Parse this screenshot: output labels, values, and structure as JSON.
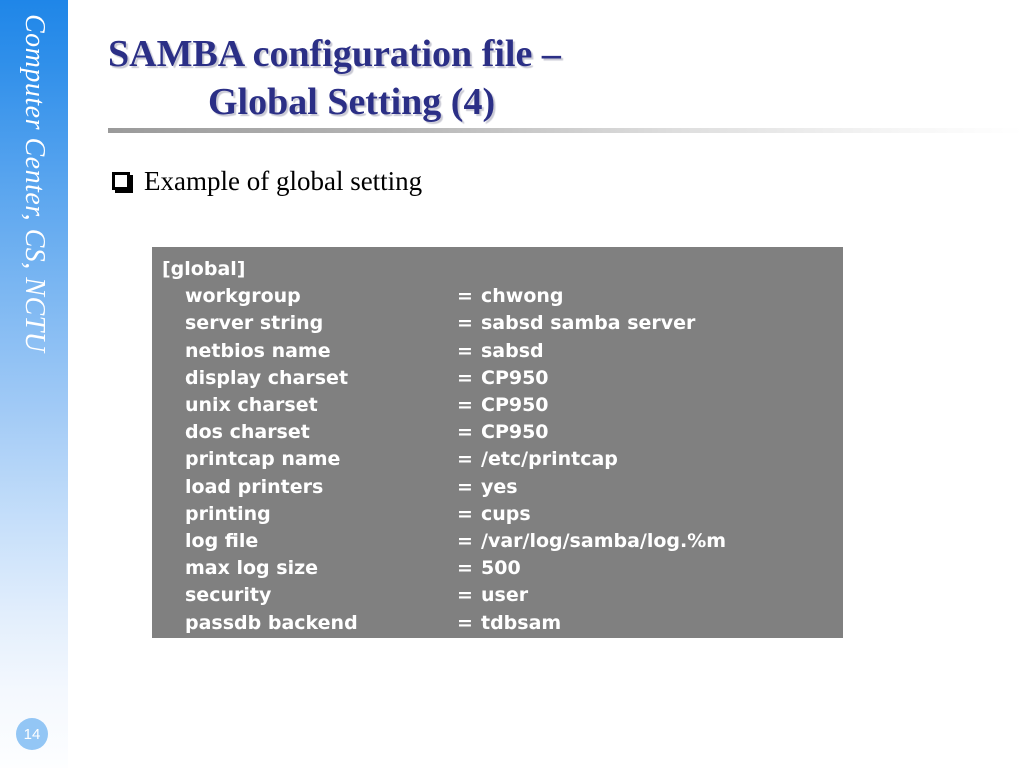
{
  "sidebar": {
    "label": "Computer Center, CS, NCTU",
    "page_number": "14"
  },
  "slide": {
    "title_line_1": "SAMBA configuration file –",
    "title_line_2": "Global Setting (4)",
    "bullet_icon": "hollow-square-bullet",
    "bullet_text": "Example of global setting"
  },
  "code_block": {
    "section_header": "[global]",
    "separator": "=",
    "entries": [
      {
        "key": "workgroup",
        "value": "chwong"
      },
      {
        "key": "server string",
        "value": "sabsd samba server"
      },
      {
        "key": "netbios name",
        "value": "sabsd"
      },
      {
        "key": "display charset",
        "value": "CP950"
      },
      {
        "key": "unix charset",
        "value": "CP950"
      },
      {
        "key": "dos charset",
        "value": "CP950"
      },
      {
        "key": "printcap name",
        "value": "/etc/printcap"
      },
      {
        "key": "load printers",
        "value": "yes"
      },
      {
        "key": "printing",
        "value": "cups"
      },
      {
        "key": "log file",
        "value": "/var/log/samba/log.%m"
      },
      {
        "key": "max log size",
        "value": "500"
      },
      {
        "key": "security",
        "value": "user"
      },
      {
        "key": "passdb backend",
        "value": "tdbsam"
      }
    ]
  },
  "colors": {
    "sidebar_top": "#1f86e8",
    "title_text": "#2b2f86",
    "code_background": "#808080",
    "code_text": "#ffffff",
    "page_badge": "#93c6f5"
  }
}
